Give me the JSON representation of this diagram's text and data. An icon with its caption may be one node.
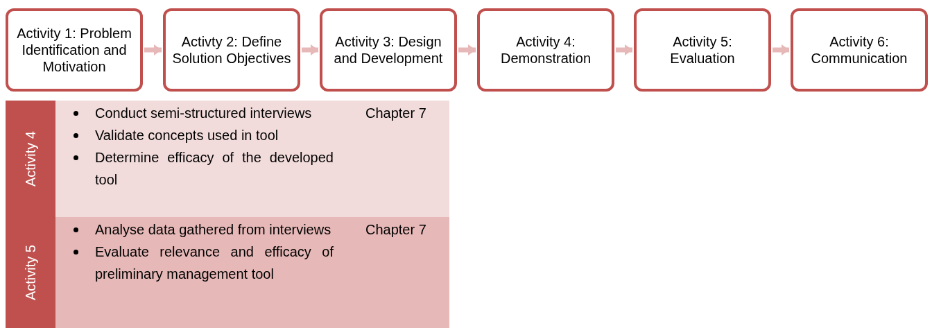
{
  "diagram": {
    "nodes": [
      {
        "text": [
          "Activity 1: Problem Identification and Motivation"
        ]
      },
      {
        "text": [
          "Activty 2: Define Solution Objectives"
        ]
      },
      {
        "text": [
          "Activity 3: Design and Development"
        ]
      },
      {
        "text": [
          "Activity 4: Demonstration"
        ]
      },
      {
        "text": [
          "Activity 5: Evaluation"
        ]
      },
      {
        "text": [
          "Activity 6: Communication"
        ]
      }
    ],
    "edges": [
      {
        "from": 0,
        "to": 1,
        "arrow": "to"
      },
      {
        "from": 1,
        "to": 2,
        "arrow": "to"
      },
      {
        "from": 2,
        "to": 3,
        "arrow": "to"
      },
      {
        "from": 3,
        "to": 4,
        "arrow": "to"
      },
      {
        "from": 4,
        "to": 5,
        "arrow": "to"
      }
    ],
    "labels": [
      "Activity 4",
      "Conduct semi-structured interviews",
      "Validate concepts used in tool",
      "Determine efficacy of the developed tool",
      "Chapter 7",
      "Activity 5",
      "Analyse data gathered from interviews",
      "Evaluate relevance and efficacy of preliminary management tool",
      "Chapter 7"
    ]
  }
}
